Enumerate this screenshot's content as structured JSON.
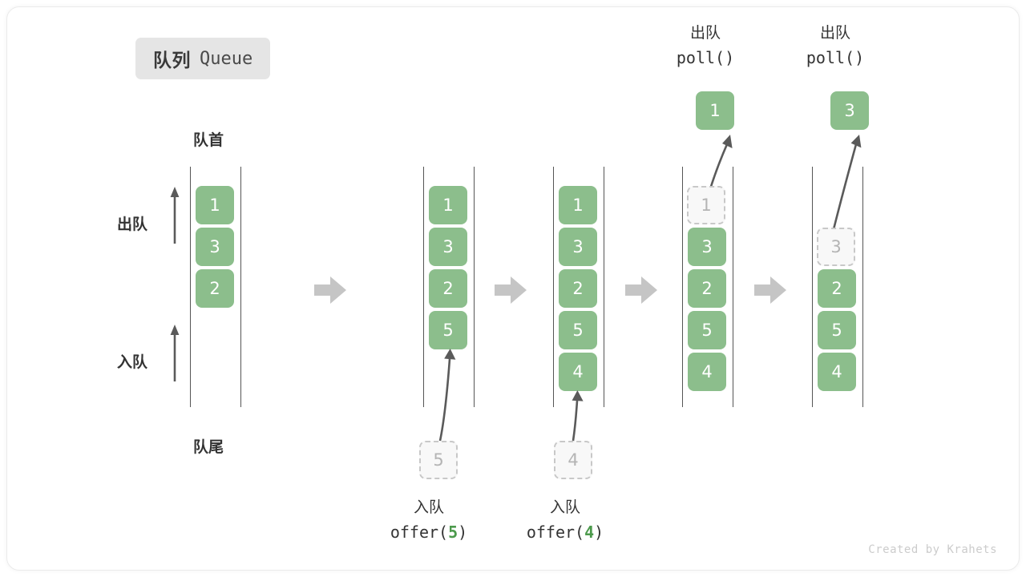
{
  "title": {
    "cn": "队列",
    "en": "Queue"
  },
  "labels": {
    "head": "队首",
    "tail": "队尾",
    "dequeue_side": "出队",
    "enqueue_side": "入队"
  },
  "colors": {
    "cell_fill": "#8CBE8C",
    "cell_text": "#FFFFFF",
    "ghost_fill": "#F8F8F8",
    "ghost_border": "#C8C8C8",
    "ghost_text": "#B4B4B4",
    "rail": "#555555",
    "chevron": "#C5C5C5",
    "arrow": "#5A5A5A",
    "badge_bg": "#E5E5E5",
    "accent_number": "#4C9A4C",
    "text": "#333333"
  },
  "columns": [
    {
      "name": "initial",
      "items": [
        "1",
        "3",
        "2"
      ],
      "ghost": null
    },
    {
      "name": "after-offer-5",
      "items": [
        "1",
        "3",
        "2",
        "5"
      ],
      "ghost": null
    },
    {
      "name": "after-offer-4",
      "items": [
        "1",
        "3",
        "2",
        "5",
        "4"
      ],
      "ghost": null
    },
    {
      "name": "poll-1",
      "items": [
        "3",
        "2",
        "5",
        "4"
      ],
      "ghost": {
        "value": "1",
        "slot": 0
      }
    },
    {
      "name": "poll-3",
      "items": [
        "2",
        "5",
        "4"
      ],
      "ghost": {
        "value": "3",
        "slot": 1
      }
    }
  ],
  "operations": {
    "offer_5": {
      "cn": "入队",
      "code_prefix": "offer(",
      "code_num": "5",
      "code_suffix": ")",
      "ghost_value": "5"
    },
    "offer_4": {
      "cn": "入队",
      "code_prefix": "offer(",
      "code_num": "4",
      "code_suffix": ")",
      "ghost_value": "4"
    },
    "poll_1": {
      "cn": "出队",
      "code": "poll()",
      "popped_value": "1"
    },
    "poll_2": {
      "cn": "出队",
      "code": "poll()",
      "popped_value": "3"
    }
  },
  "watermark": "Created by Krahets"
}
